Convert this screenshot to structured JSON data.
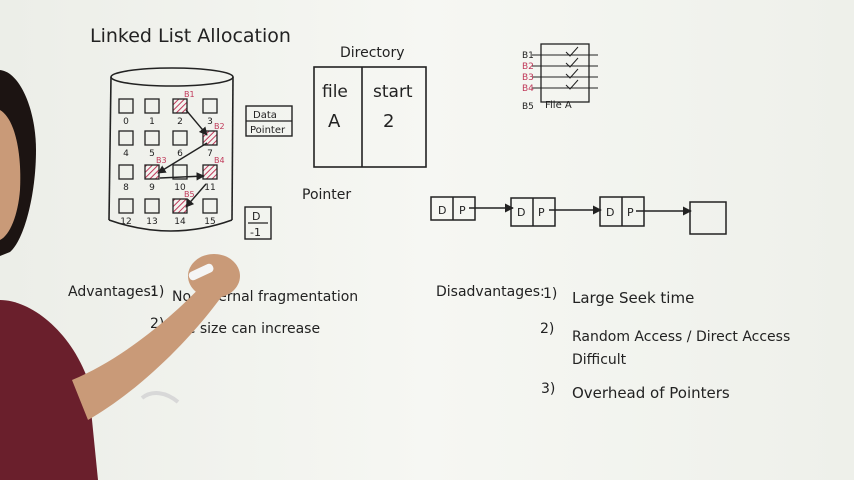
{
  "board": {
    "title": "Linked List Allocation",
    "directory": {
      "heading": "Directory",
      "col_file": "file",
      "col_start": "start",
      "row_file": "A",
      "row_start": "2"
    },
    "disk": {
      "block_numbers": [
        "0",
        "1",
        "2",
        "3",
        "4",
        "5",
        "6",
        "7",
        "8",
        "9",
        "10",
        "11",
        "12",
        "13",
        "14",
        "15"
      ],
      "block_labels": [
        "B1",
        "B2",
        "B3",
        "B4",
        "B5"
      ]
    },
    "data_pointer_box": {
      "line1": "Data",
      "line2": "Pointer"
    },
    "last_block": {
      "top": "D",
      "bottom": "-1"
    },
    "pointer_label": "Pointer",
    "file_blocks": {
      "labels": [
        "B1",
        "B2",
        "B3",
        "B4",
        "B5"
      ],
      "file_label": "File A"
    },
    "node_fields": {
      "data": "D",
      "pointer": "P"
    },
    "advantages": {
      "heading": "Advantages:",
      "items": [
        {
          "num": "1)",
          "text": "No External fragmentation"
        },
        {
          "num": "2)",
          "text": "File size can increase"
        }
      ]
    },
    "disadvantages": {
      "heading": "Disadvantages:",
      "items": [
        {
          "num": "1)",
          "text": "Large Seek time"
        },
        {
          "num": "2)",
          "text": "Random Access / Direct Access",
          "text2": "Difficult"
        },
        {
          "num": "3)",
          "text": "Overhead of Pointers"
        }
      ]
    }
  },
  "colors": {
    "board": "#f3f4f0",
    "ink": "#222222",
    "highlight": "#c0395a",
    "shirt": "#6a1f2c",
    "skin": "#c99a78"
  }
}
